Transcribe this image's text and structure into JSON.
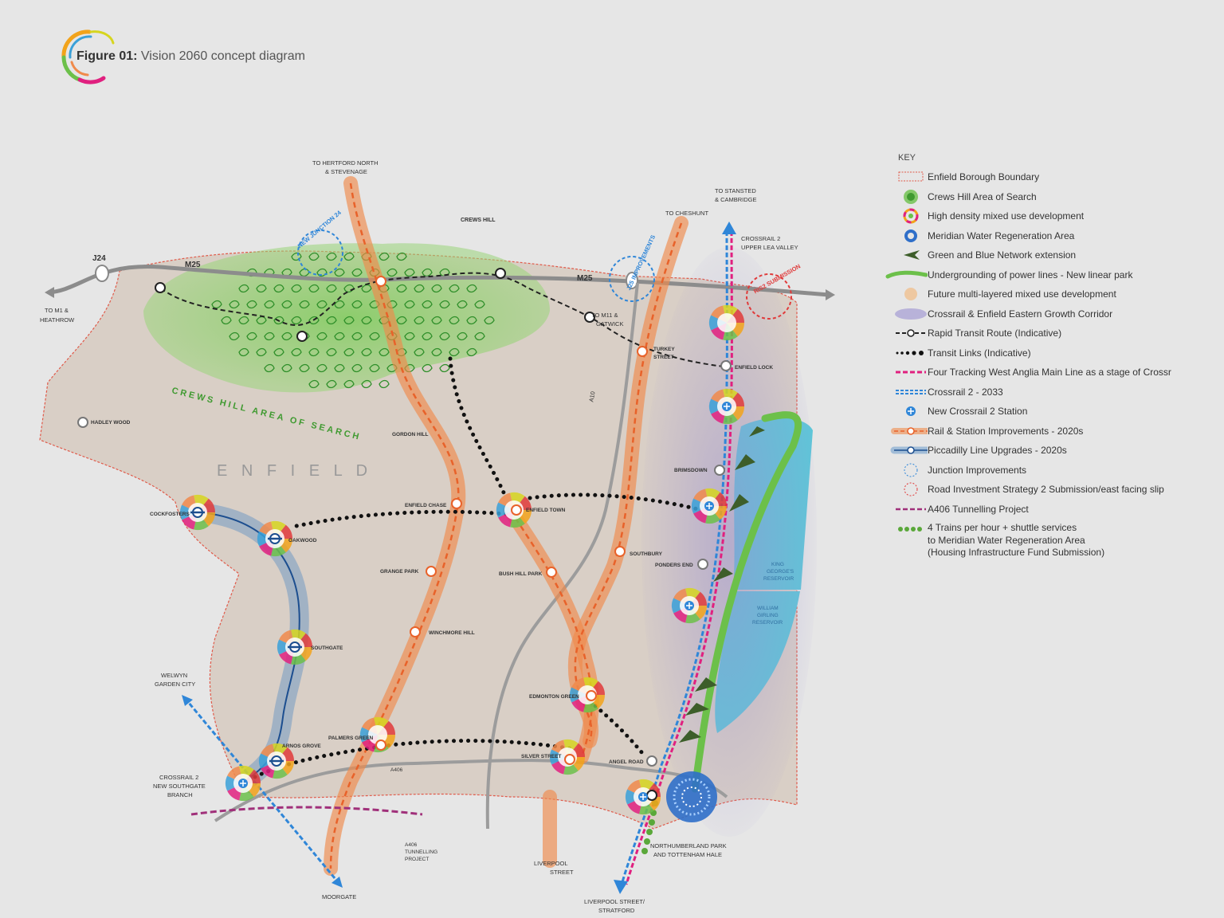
{
  "figure": {
    "label": "Figure 01:",
    "title": "Vision 2060 concept diagram"
  },
  "colors": {
    "background": "#e6e6e6",
    "borough_fill": "#d9cfc6",
    "boundary": "#e05a4a",
    "green_area": "#6cc04a",
    "rail": "#f08a4b",
    "piccadilly": "#3a7cc0",
    "crossrail": "#2f86d8",
    "four_track": "#e0207f",
    "growth_corridor": "#9a90d0",
    "reservoir": "#5ec6d8",
    "a406": "#a0307a",
    "trains": "#5aa83a"
  },
  "map_labels": {
    "m25_left": "M25",
    "m25_right": "M25",
    "j24": "J24",
    "to_m1": "TO M1  &",
    "heathrow": "HEATHROW",
    "to_hertford_1": "TO HERTFORD NORTH",
    "to_hertford_2": "& STEVENAGE",
    "new_junction": "NEW JUNCTION 24",
    "crews_hill": "CREWS HILL",
    "to_cheshunt": "TO CHESHUNT",
    "to_stansted_1": "TO STANSTED",
    "to_stansted_2": "& CAMBRIDGE",
    "crossrail2_ulv_1": "CROSSRAIL 2",
    "crossrail2_ulv_2": "UPPER LEA VALLEY",
    "j25": "J25 IMPROVEMENTS",
    "ris2": "RIS2 SUBMISSION",
    "to_m11_1": "TO M11 &",
    "to_m11_2": "GATWICK",
    "turkey_1": "TURKEY",
    "turkey_2": "STREET",
    "enfield_lock": "ENFIELD LOCK",
    "hadley_wood": "HADLEY WOOD",
    "crews_hill_area": "CREWS HILL AREA OF SEARCH",
    "enfield": "E N F I E L D",
    "gordon_hill": "GORDON HILL",
    "a10": "A10",
    "cockfosters": "COCKFOSTERS",
    "oakwood": "OAKWOOD",
    "enfield_chase": "ENFIELD CHASE",
    "enfield_town": "ENFIELD TOWN",
    "brimsdown": "BRIMSDOWN",
    "southbury": "SOUTHBURY",
    "ponders_end": "PONDERS END",
    "grange_park": "GRANGE PARK",
    "bush_hill_park": "BUSH HILL PARK",
    "king_georges_1": "KING",
    "king_georges_2": "GEORGE'S",
    "king_georges_3": "RESERVOIR",
    "william_1": "WILLIAM",
    "william_2": "GIRLING",
    "william_3": "RESERVOIR",
    "winchmore_hill": "WINCHMORE  HILL",
    "southgate": "SOUTHGATE",
    "welwyn_1": "WELWYN",
    "welwyn_2": "GARDEN CITY",
    "edmonton_green": "EDMONTON GREEN",
    "palmers_green": "PALMERS GREEN",
    "arnos_grove": "ARNOS GROVE",
    "silver_street": "SILVER STREET",
    "angel_road": "ANGEL ROAD",
    "a406_road": "A406",
    "cr2_nsb_1": "CROSSRAIL 2",
    "cr2_nsb_2": "NEW SOUTHGATE",
    "cr2_nsb_3": "BRANCH",
    "a406_tunnel_1": "A406",
    "a406_tunnel_2": "TUNNELLING",
    "a406_tunnel_3": "PROJECT",
    "northumberland_1": "NORTHUMBERLAND PARK",
    "northumberland_2": "AND TOTTENHAM HALE",
    "liverpool_1": "LIVERPOOL",
    "liverpool_2": "STREET",
    "moorgate": "MOORGATE",
    "lst_1": "LIVERPOOL STREET/",
    "lst_2": "STRATFORD"
  },
  "legend": {
    "title": "KEY",
    "items": [
      {
        "icon": "boundary-icon",
        "label": "Enfield Borough Boundary"
      },
      {
        "icon": "crews-hill-icon",
        "label": "Crews Hill Area of Search"
      },
      {
        "icon": "high-density-icon",
        "label": "High density mixed use development"
      },
      {
        "icon": "meridian-water-icon",
        "label": "Meridian Water Regeneration Area"
      },
      {
        "icon": "green-arrow-icon",
        "label": "Green and Blue Network extension"
      },
      {
        "icon": "linear-park-icon",
        "label": "Undergrounding of power lines - New linear park"
      },
      {
        "icon": "future-dev-icon",
        "label": "Future multi-layered mixed use development"
      },
      {
        "icon": "growth-corridor-icon",
        "label": "Crossrail & Enfield Eastern Growth Corridor"
      },
      {
        "icon": "rapid-transit-icon",
        "label": "Rapid Transit Route (Indicative)"
      },
      {
        "icon": "transit-links-icon",
        "label": "Transit Links (Indicative)"
      },
      {
        "icon": "four-tracking-icon",
        "label": "Four Tracking West Anglia Main Line as a stage of Crossr"
      },
      {
        "icon": "crossrail2-icon",
        "label": "Crossrail 2 - 2033"
      },
      {
        "icon": "crossrail2-station-icon",
        "label": "New Crossrail 2 Station"
      },
      {
        "icon": "rail-improvement-icon",
        "label": "Rail & Station Improvements - 2020s"
      },
      {
        "icon": "piccadilly-icon",
        "label": "Piccadilly Line Upgrades - 2020s"
      },
      {
        "icon": "junction-icon",
        "label": "Junction Improvements"
      },
      {
        "icon": "ris2-icon",
        "label": "Road Investment Strategy 2 Submission/east facing slip"
      },
      {
        "icon": "a406-tunnel-icon",
        "label": "A406 Tunnelling Project"
      }
    ],
    "last_item": {
      "icon": "trains-icon",
      "lines": [
        "4 Trains per hour + shuttle services",
        "to Meridian Water Regeneration Area",
        "(Housing Infrastructure Fund Submission)"
      ]
    }
  }
}
